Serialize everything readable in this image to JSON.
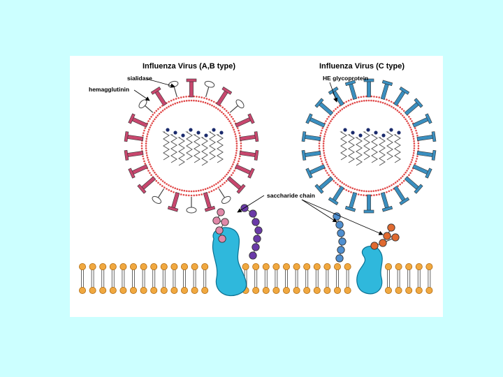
{
  "diagram": {
    "left_title": "Influenza Virus (A,B type)",
    "right_title": "Influenza Virus (C type)",
    "label_sialidase": "sialidase",
    "label_hemagglutinin": "hemagglutinin",
    "label_he_glycoprotein": "HE glycoprotein",
    "label_saccharide_chain": "saccharide chain"
  },
  "colors": {
    "slide_background": "#ccffff",
    "hemagglutinin": "#c8476e",
    "he_glycoprotein": "#3a8fc0",
    "envelope_dots": "#e04848",
    "rna": "#555555",
    "lipid_head": "#f0a840",
    "receptor_protein": "#2fb8dc",
    "sugar_pink": "#e088a8",
    "sugar_purple": "#6a3aa8",
    "sugar_blue": "#4f8fd0",
    "sugar_orange": "#e06a30"
  },
  "icons": [
    "virion-ab",
    "virion-c",
    "cell-membrane",
    "receptor-protein",
    "saccharide-chain"
  ]
}
